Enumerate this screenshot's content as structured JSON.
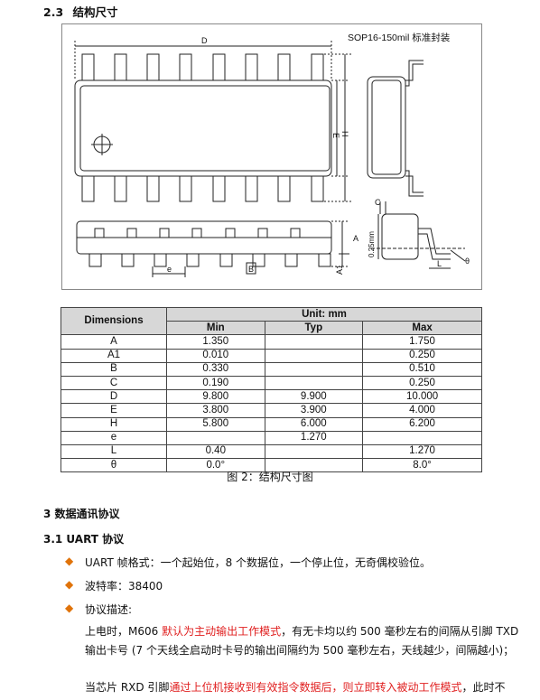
{
  "section_2_3": {
    "number": "2.3",
    "title": "结构尺寸"
  },
  "figure": {
    "package_label": "SOP16-150mil 标准封装",
    "labels": {
      "D": "D",
      "E": "E",
      "H": "H",
      "A": "A",
      "A1": "A1",
      "e": "e",
      "B": "B",
      "C": "C",
      "L": "L",
      "theta": "θ",
      "gauge": "0.25mm"
    },
    "caption": "图 2：结构尺寸图"
  },
  "table": {
    "header_dimensions": "Dimensions",
    "header_unit": "Unit: mm",
    "columns": [
      "Min",
      "Typ",
      "Max"
    ],
    "rows": [
      {
        "dim": "A",
        "min": "1.350",
        "typ": "",
        "max": "1.750"
      },
      {
        "dim": "A1",
        "min": "0.010",
        "typ": "",
        "max": "0.250"
      },
      {
        "dim": "B",
        "min": "0.330",
        "typ": "",
        "max": "0.510"
      },
      {
        "dim": "C",
        "min": "0.190",
        "typ": "",
        "max": "0.250"
      },
      {
        "dim": "D",
        "min": "9.800",
        "typ": "9.900",
        "max": "10.000"
      },
      {
        "dim": "E",
        "min": "3.800",
        "typ": "3.900",
        "max": "4.000"
      },
      {
        "dim": "H",
        "min": "5.800",
        "typ": "6.000",
        "max": "6.200"
      },
      {
        "dim": "e",
        "min": "",
        "typ": "1.270",
        "max": ""
      },
      {
        "dim": "L",
        "min": "0.40",
        "typ": "",
        "max": "1.270"
      },
      {
        "dim": "θ",
        "min": "0.0°",
        "typ": "",
        "max": "8.0°"
      }
    ]
  },
  "section_3": "3 数据通讯协议",
  "section_3_1": "3.1 UART 协议",
  "bullet_icon": "pushpin-bullet-icon",
  "bullets": [
    "UART 帧格式：一个起始位，8 个数据位，一个停止位，无奇偶校验位。",
    "波特率：38400",
    "协议描述:"
  ],
  "para1": {
    "a": "上电时，M606 ",
    "b": "默认为主动输出工作模式",
    "c": "，有无卡均以约 500 毫秒左右的间隔从引脚 TXD",
    "line2": "输出卡号 (7 个天线全启动时卡号的输出间隔约为 500 毫秒左右，天线越少，间隔越小)；"
  },
  "para2": {
    "a": "当芯片 RXD 引脚",
    "b": "通过上位机接收到有效指令数据后，则立即转入被动工作模式",
    "c": "，此时不"
  }
}
